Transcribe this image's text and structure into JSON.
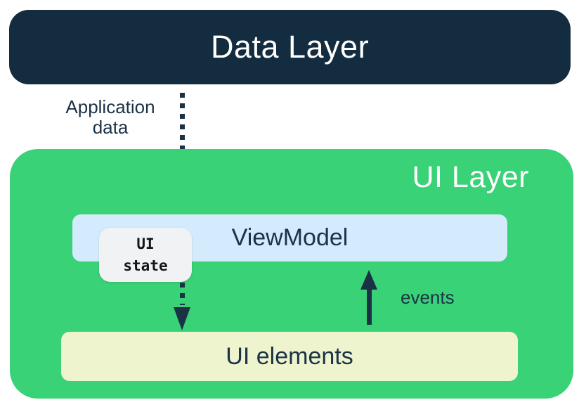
{
  "colors": {
    "background": "#FFFFFF",
    "navy": "#132C3F",
    "green": "#39D277",
    "light_blue": "#D3EBFC",
    "cream": "#EEF4CD",
    "gray": "#F0F2F3",
    "arrow": "#1B3145",
    "text_navy": "#1C3246",
    "text_on_dark": "#FFFFFF",
    "ui_state_text": "#121519"
  },
  "data_layer": {
    "label": "Data Layer"
  },
  "application_data": {
    "line1": "Application",
    "line2": "data"
  },
  "ui_layer": {
    "label": "UI Layer"
  },
  "viewmodel": {
    "label": "ViewModel"
  },
  "ui_state": {
    "line1": "UI",
    "line2": "state"
  },
  "ui_elements": {
    "label": "UI elements"
  },
  "events": {
    "label": "events"
  }
}
